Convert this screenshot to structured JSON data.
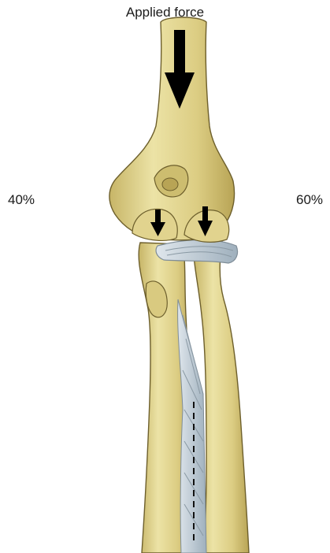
{
  "labels": {
    "applied_force": "Applied force",
    "left_percent": "40%",
    "right_percent": "60%"
  },
  "colors": {
    "bone_fill": "#e2d58e",
    "bone_shadow": "#b9a65a",
    "bone_outline": "#6d5f2c",
    "ligament": "#bfcbd3",
    "ligament_line": "#7f8d98",
    "arrow": "#000000"
  },
  "icons": {
    "main_arrow": "down-arrow",
    "load_arrows": "down-arrow"
  }
}
